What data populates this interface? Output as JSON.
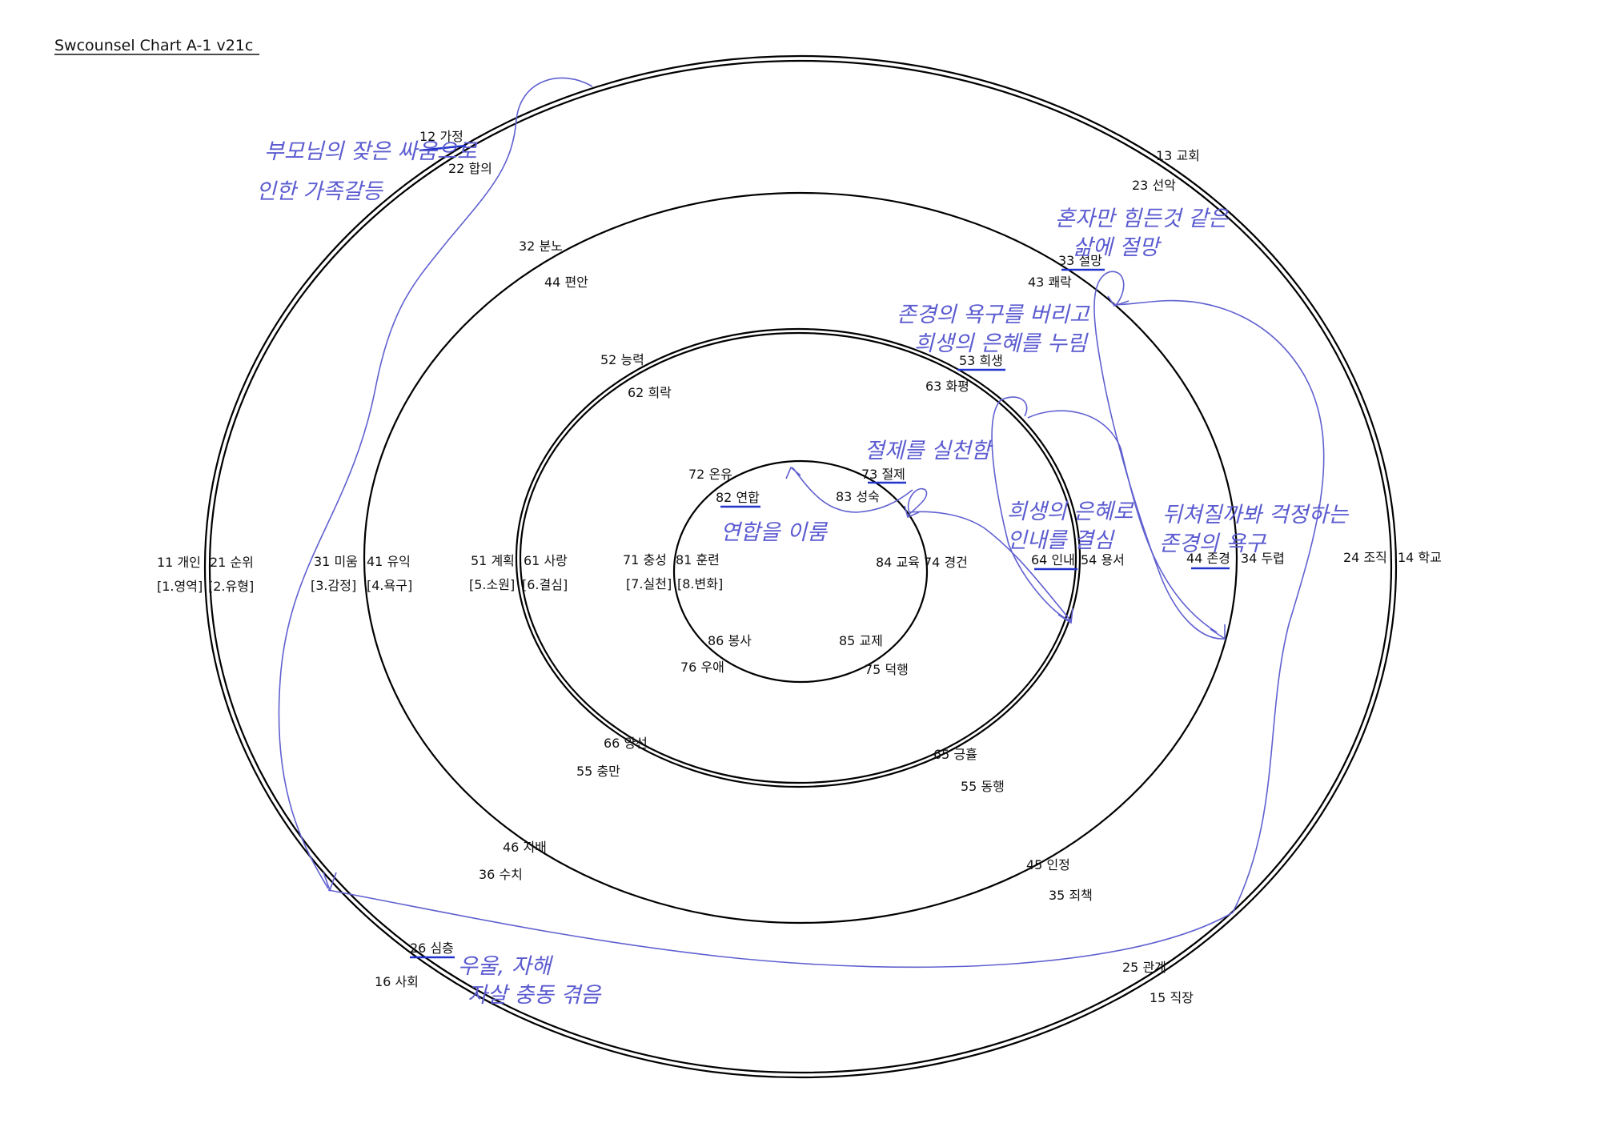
{
  "title": "Swcounsel Chart A-1 v21c",
  "colors": {
    "ink": "#111111",
    "ring": "#000000",
    "pen": "#6060d0",
    "underline": "#2233cc"
  },
  "labels": {
    "l11": "11 개인",
    "l21": "21 순위",
    "l1a": "[1.영역]",
    "l2a": "[2.유형]",
    "l31": "31 미움",
    "l41": "41 유익",
    "l3a": "[3.감정]",
    "l4a": "[4.욕구]",
    "l51": "51 계획",
    "l61": "61 사랑",
    "l5a": "[5.소원]",
    "l6a": "[6.결심]",
    "l71": "71 충성",
    "l81": "81 훈련",
    "l7a": "[7.실천]",
    "l8a": "[8.변화]",
    "l12": "12 가정",
    "l22": "22 합의",
    "l13": "13 교회",
    "l23": "23 선악",
    "l32": "32 분노",
    "l44a": "44 편안",
    "l33": "33 절망",
    "l43": "43 쾌락",
    "l52": "52 능력",
    "l62": "62 희락",
    "l53": "53 희생",
    "l63": "63 화평",
    "l72": "72 온유",
    "l82": "82 연합",
    "l73": "73 절제",
    "l83": "83 성숙",
    "l84": "84 교육",
    "l74": "74 경건",
    "l64": "64 인내",
    "l54": "54 용서",
    "l44b": "44 존경",
    "l34": "34 두렵",
    "l24": "24 조직",
    "l14": "14 학교",
    "l86": "86 봉사",
    "l76": "76 우애",
    "l85": "85 교제",
    "l75": "75 덕행",
    "l66": "66 양선",
    "l55a": "55 충만",
    "l65": "65 긍휼",
    "l55b": "55 동행",
    "l46": "46 지배",
    "l36": "36 수치",
    "l45": "45 인정",
    "l35": "35 죄책",
    "l26": "26 심층",
    "l16": "16 사회",
    "l25": "25 관계",
    "l15": "15 직장"
  },
  "notes": {
    "n1a": "부모님의 잦은 싸움으로",
    "n1b": "인한 가족갈등",
    "n2a": "혼자만 힘든것 같은",
    "n2b": "삶에 절망",
    "n3a": "존경의 욕구를 버리고",
    "n3b": "희생의 은혜를 누림",
    "n4": "절제를 실천함",
    "n5a": "희생의 은혜로",
    "n5b": "인내를 결심",
    "n6": "연합을 이룸",
    "n7a": "뒤쳐질까봐 걱정하는",
    "n7b": "존경의 욕구",
    "n8a": "우울, 자해",
    "n8b": "자살 충동 겪음"
  }
}
